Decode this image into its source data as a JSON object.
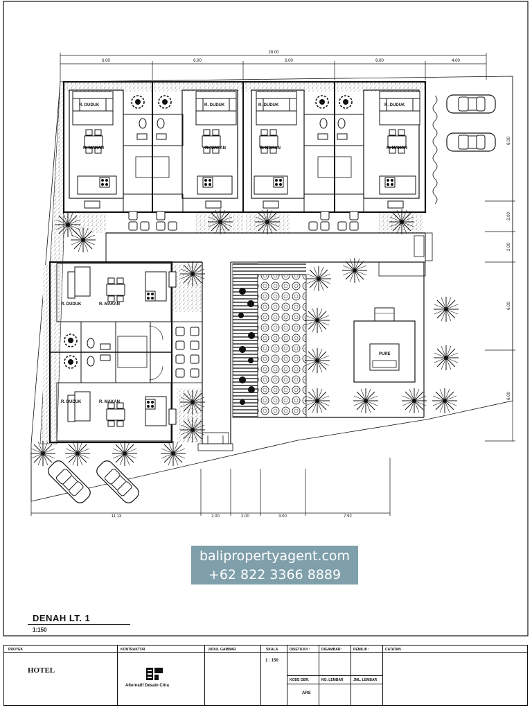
{
  "plan": {
    "top_dims": [
      "6.00",
      "6.00",
      "6.00",
      "6.00",
      "4.00"
    ],
    "top_total": "28.00",
    "bottom_dims": [
      "11.13",
      "2.00",
      "2.00",
      "3.00",
      "7.92"
    ],
    "right_dims": [
      "6.00",
      "2.00",
      "2.00",
      "6.00",
      "6.00"
    ],
    "room_labels": {
      "duduk": "R. DUDUK",
      "makan": "R. MAKAN",
      "pure": "PURE"
    }
  },
  "watermark": {
    "line1": "balipropertyagent.com",
    "line2": "+62 822 3366 8889",
    "color": "#7f9faa"
  },
  "drawing_title": {
    "title": "DENAH   LT. 1",
    "scale": "1:150"
  },
  "title_block": {
    "proyek_label": "PROYEK",
    "proyek_value": "HOTEL",
    "kontraktor_label": "KONTRAKTOR",
    "kontraktor_value": "Alternatif Desain Citra",
    "judul_label": "JUDUL GAMBAR",
    "skala_label": "SKALA",
    "skala_value": "1 : 150",
    "disetujui_label": "DISETUJUI :",
    "digambar_label": "DIGAMBAR :",
    "pemilik_label": "PEMILIK :",
    "catatan_label": "CATATAN",
    "kode_label": "KODE GBR.",
    "kode_value": "ARS",
    "no_lembar_label": "NO. LEMBAR",
    "jml_lembar_label": "JML. LEMBAR"
  }
}
